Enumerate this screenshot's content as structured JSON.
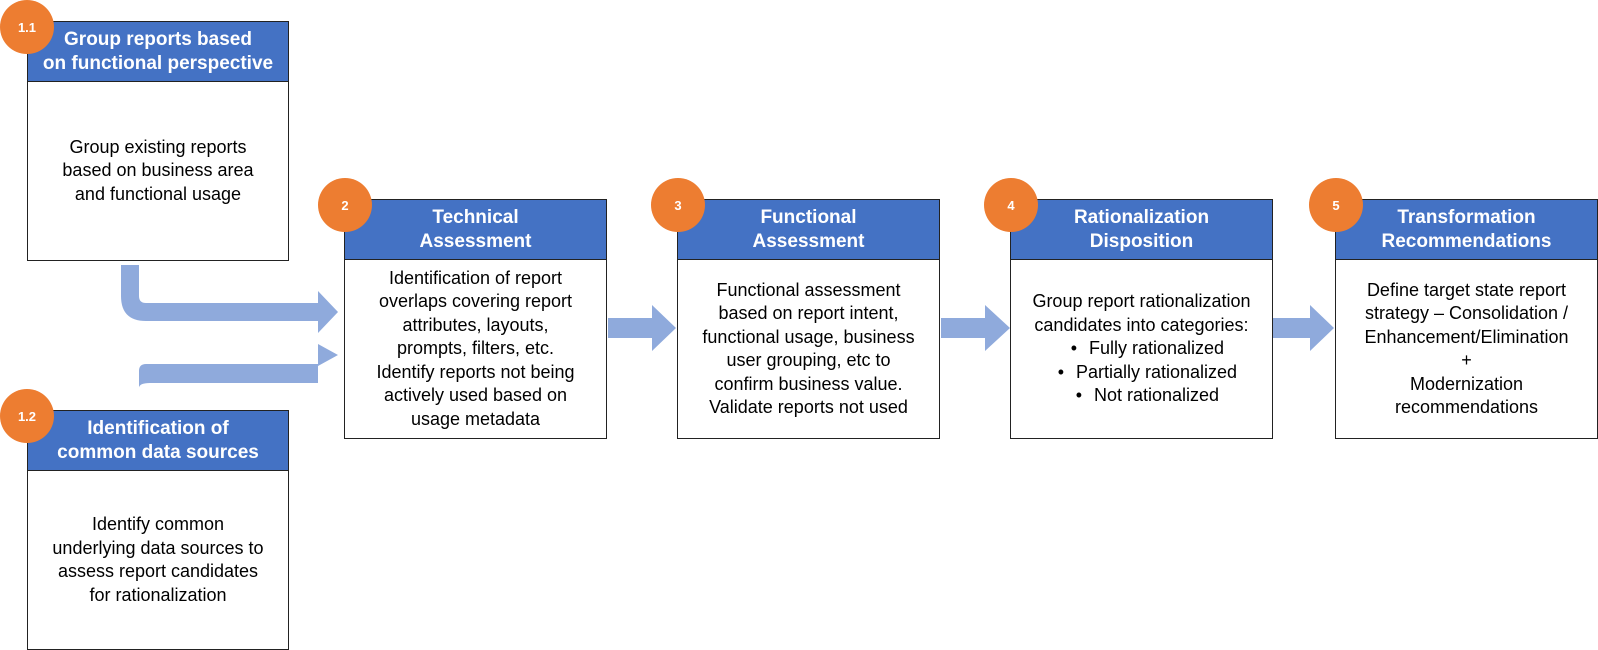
{
  "colors": {
    "header_fill": "#4472c4",
    "badge_fill": "#ed7d31",
    "arrow_fill": "#8faadc",
    "border": "#222222"
  },
  "steps": {
    "s1_1": {
      "badge": "1.1",
      "title_lines": [
        "Group reports based",
        "on functional perspective"
      ],
      "body_lines": [
        "Group existing reports",
        "based on business area",
        "and functional usage"
      ]
    },
    "s1_2": {
      "badge": "1.2",
      "title_lines": [
        "Identification of",
        "common data sources"
      ],
      "body_lines": [
        "Identify common",
        "underlying data sources to",
        "assess report candidates",
        "for rationalization"
      ]
    },
    "s2": {
      "badge": "2",
      "title_lines": [
        "Technical",
        "Assessment"
      ],
      "body_lines": [
        "Identification of report",
        "overlaps covering report",
        "attributes, layouts,",
        "prompts, filters, etc.",
        "Identify reports not being",
        "actively used based on",
        "usage metadata"
      ]
    },
    "s3": {
      "badge": "3",
      "title_lines": [
        "Functional",
        "Assessment"
      ],
      "body_lines": [
        "Functional assessment",
        "based on report intent,",
        "functional usage, business",
        "user grouping, etc to",
        "confirm business value.",
        "Validate reports not used"
      ]
    },
    "s4": {
      "badge": "4",
      "title_lines": [
        "Rationalization",
        "Disposition"
      ],
      "body_lines": [
        "Group report rationalization",
        "candidates into categories:"
      ],
      "bullets": [
        "Fully rationalized",
        "Partially rationalized",
        "Not rationalized"
      ]
    },
    "s5": {
      "badge": "5",
      "title_lines": [
        "Transformation",
        "Recommendations"
      ],
      "body_lines": [
        "Define target state report",
        "strategy – Consolidation /",
        "Enhancement/Elimination",
        "+",
        "Modernization",
        "recommendations"
      ]
    }
  }
}
